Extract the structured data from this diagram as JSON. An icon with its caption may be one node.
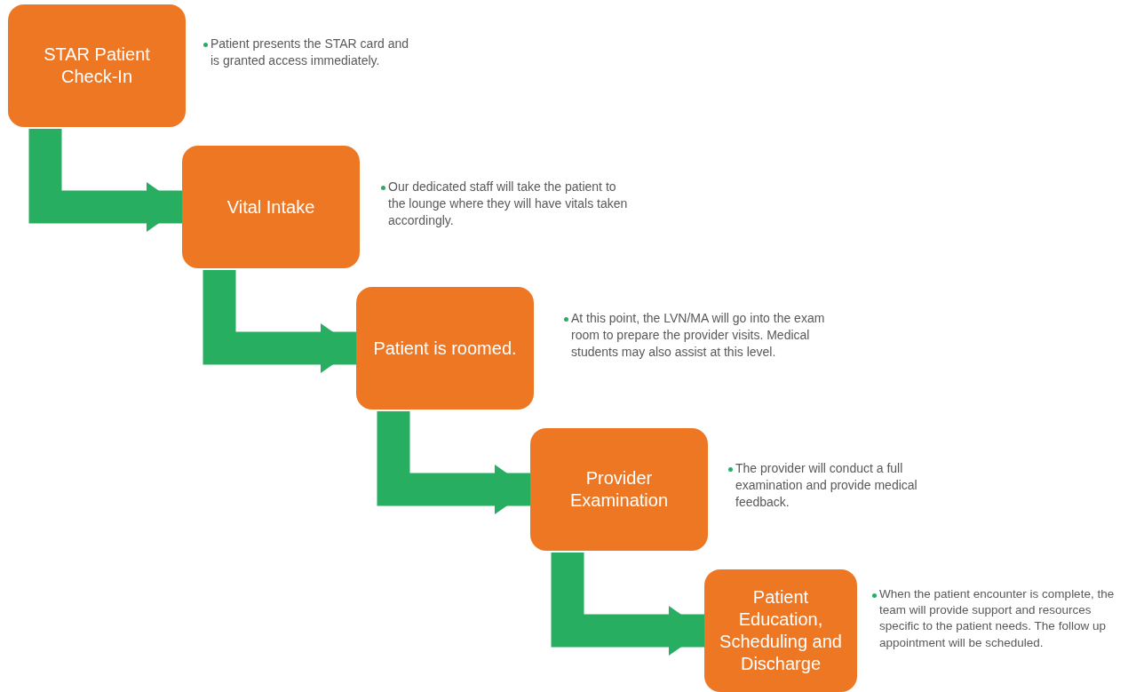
{
  "diagram": {
    "nodes": [
      {
        "text": [
          "STAR Patient Check-In"
        ],
        "beside": [
          "Patient presents the STAR card and is granted access immediately."
        ]
      },
      {
        "text": [
          "Vital Intake"
        ],
        "beside": [
          "Our dedicated staff will take the patient to the lounge where they will have vitals taken accordingly."
        ]
      },
      {
        "text": [
          "Patient is roomed."
        ],
        "beside": [
          "At this point, the LVN/MA will go into the exam room to prepare the provider visits. Medical students may also assist at this level."
        ]
      },
      {
        "text": [
          "Provider Examination"
        ],
        "beside": [
          "The provider will conduct a full examination and provide medical feedback."
        ]
      },
      {
        "text": [
          "Patient Education, Scheduling and Discharge"
        ],
        "beside": [
          "When the patient encounter is complete, the team will provide support and resources specific to the patient needs. The follow up appointment will be scheduled."
        ]
      }
    ],
    "edges": [
      {
        "from": 0,
        "to": 1,
        "arrow": "to"
      },
      {
        "from": 1,
        "to": 2,
        "arrow": "to"
      },
      {
        "from": 2,
        "to": 3,
        "arrow": "to"
      },
      {
        "from": 3,
        "to": 4,
        "arrow": "to"
      }
    ]
  }
}
